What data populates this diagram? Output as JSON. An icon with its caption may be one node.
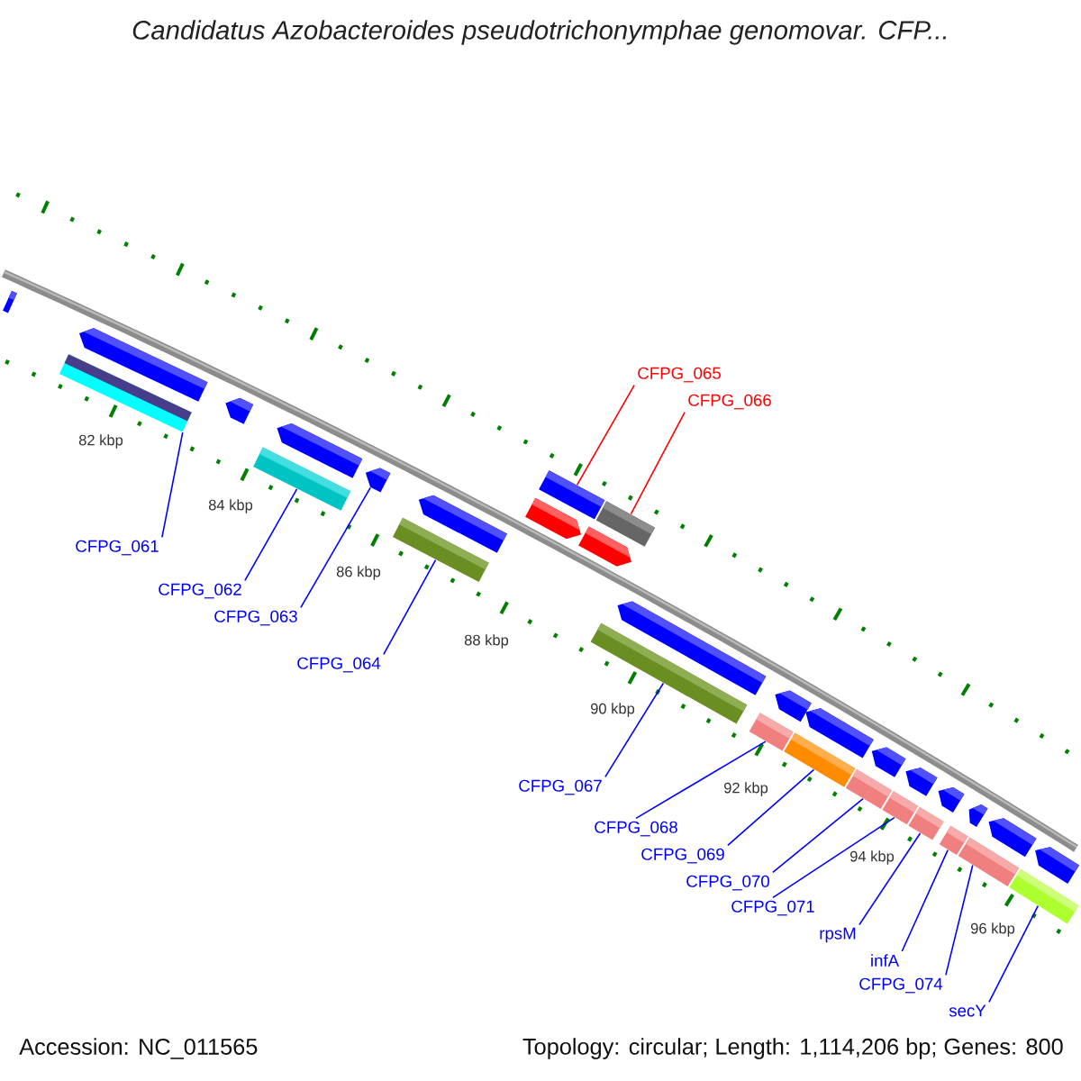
{
  "diagram": {
    "title": "Candidatus Azobacteroides pseudotrichonymphae genomovar. CFP...",
    "nodes": [
      {
        "text": [
          "CFPG_061"
        ]
      },
      {
        "text": [
          "CFPG_062"
        ]
      },
      {
        "text": [
          "CFPG_063"
        ]
      },
      {
        "text": [
          "CFPG_064"
        ]
      },
      {
        "text": [
          "CFPG_065"
        ]
      },
      {
        "text": [
          "CFPG_066"
        ]
      },
      {
        "text": [
          "CFPG_067"
        ]
      },
      {
        "text": [
          "CFPG_068"
        ]
      },
      {
        "text": [
          "CFPG_069"
        ]
      },
      {
        "text": [
          "CFPG_070"
        ]
      },
      {
        "text": [
          "CFPG_071"
        ]
      },
      {
        "text": [
          "rpsM"
        ]
      },
      {
        "text": [
          "infA"
        ]
      },
      {
        "text": [
          "CFPG_074"
        ]
      },
      {
        "text": [
          "secY"
        ]
      },
      {
        "text": [],
        "shape": "bar"
      },
      {
        "text": [],
        "shape": "bar"
      },
      {
        "text": [],
        "shape": "pentagon"
      },
      {
        "text": [],
        "shape": "pentagon"
      },
      {
        "text": [],
        "shape": "bar"
      },
      {
        "text": [],
        "shape": "pentagon"
      },
      {
        "text": [],
        "shape": "pentagon"
      },
      {
        "text": [],
        "shape": "bar"
      },
      {
        "text": [],
        "shape": "pentagon"
      },
      {
        "text": [],
        "shape": "pentagon"
      },
      {
        "text": [],
        "shape": "bar"
      },
      {
        "text": [],
        "shape": "pentagon"
      },
      {
        "text": [],
        "shape": "bar"
      },
      {
        "text": [],
        "shape": "bar"
      },
      {
        "text": [],
        "shape": "pentagon"
      },
      {
        "text": [],
        "shape": "bar"
      },
      {
        "text": [],
        "shape": "pentagon"
      },
      {
        "text": [],
        "shape": "bar"
      },
      {
        "text": [],
        "shape": "pentagon"
      },
      {
        "text": [],
        "shape": "bar"
      },
      {
        "text": [],
        "shape": "pentagon"
      },
      {
        "text": [],
        "shape": "bar"
      },
      {
        "text": [],
        "shape": "pentagon"
      },
      {
        "text": [],
        "shape": "bar"
      },
      {
        "text": [],
        "shape": "pentagon"
      },
      {
        "text": [],
        "shape": "bar"
      },
      {
        "text": [],
        "shape": "pentagon"
      },
      {
        "text": [],
        "shape": "bar"
      },
      {
        "text": [],
        "shape": "pentagon"
      },
      {
        "text": [],
        "shape": "bar"
      },
      {
        "text": [],
        "shape": "pentagon"
      }
    ],
    "edges": [
      {
        "from": 0,
        "to": 16,
        "arrow": "none"
      },
      {
        "from": 1,
        "to": 19,
        "arrow": "none"
      },
      {
        "from": 2,
        "to": 21,
        "arrow": "none"
      },
      {
        "from": 3,
        "to": 22,
        "arrow": "none"
      },
      {
        "from": 4,
        "to": 25,
        "arrow": "none",
        "color": "#ff0000"
      },
      {
        "from": 5,
        "to": 27,
        "arrow": "none",
        "color": "#ff0000"
      },
      {
        "from": 6,
        "to": 28,
        "arrow": "none"
      },
      {
        "from": 7,
        "to": 30,
        "arrow": "none"
      },
      {
        "from": 8,
        "to": 32,
        "arrow": "none"
      },
      {
        "from": 9,
        "to": 34,
        "arrow": "none"
      },
      {
        "from": 10,
        "to": 36,
        "arrow": "none"
      },
      {
        "from": 11,
        "to": 38,
        "arrow": "none"
      },
      {
        "from": 12,
        "to": 40,
        "arrow": "none"
      },
      {
        "from": 13,
        "to": 42,
        "arrow": "none"
      },
      {
        "from": 14,
        "to": 44,
        "arrow": "none"
      }
    ],
    "labels": [
      "82 kbp",
      "84 kbp",
      "86 kbp",
      "88 kbp",
      "90 kbp",
      "92 kbp",
      "94 kbp",
      "96 kbp",
      "Accession: NC_011565",
      "Topology: circular; Length: 1,114,206 bp; Genes: 800"
    ]
  }
}
